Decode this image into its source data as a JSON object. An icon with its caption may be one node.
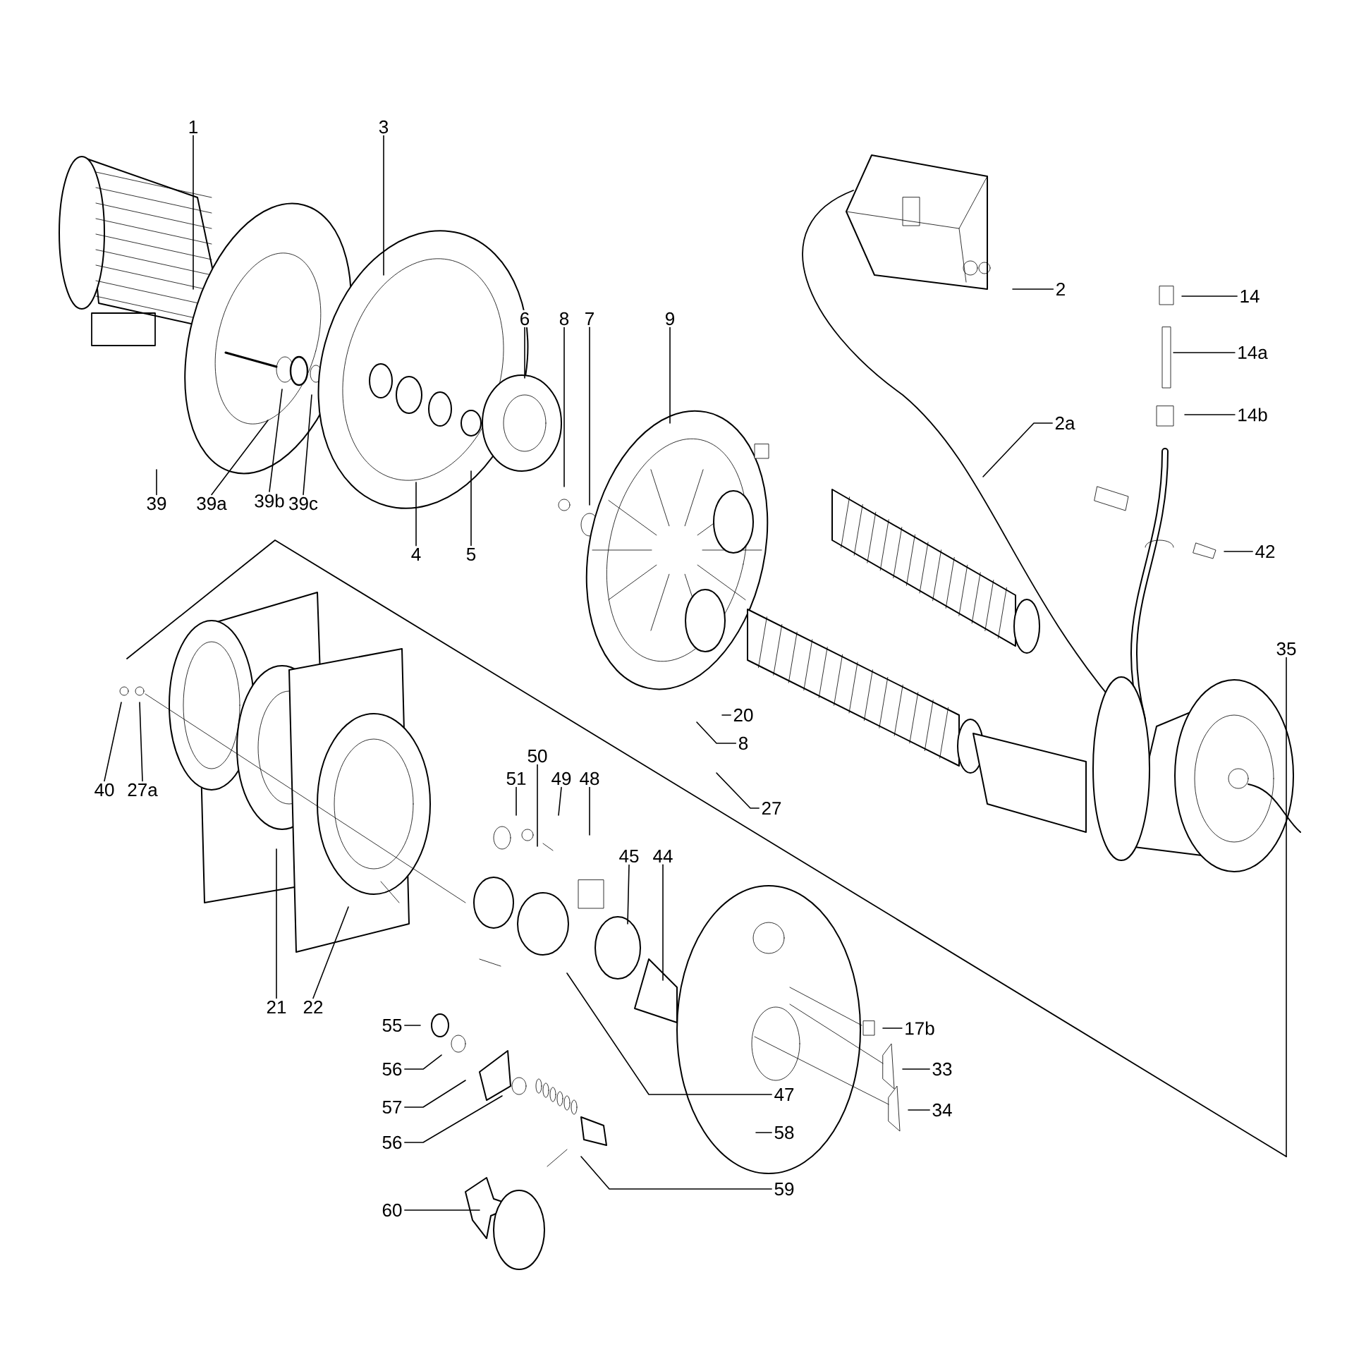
{
  "diagram": {
    "nodes": [
      {
        "text": [
          "1"
        ]
      },
      {
        "text": [
          "3"
        ]
      },
      {
        "text": [
          "6"
        ]
      },
      {
        "text": [
          "8"
        ]
      },
      {
        "text": [
          "7"
        ]
      },
      {
        "text": [
          "9"
        ]
      },
      {
        "text": [
          "2"
        ]
      },
      {
        "text": [
          "14"
        ]
      },
      {
        "text": [
          "14a"
        ]
      },
      {
        "text": [
          "14b"
        ]
      },
      {
        "text": [
          "2a"
        ]
      },
      {
        "text": [
          "39"
        ]
      },
      {
        "text": [
          "39a"
        ]
      },
      {
        "text": [
          "39b"
        ]
      },
      {
        "text": [
          "39c"
        ]
      },
      {
        "text": [
          "4"
        ]
      },
      {
        "text": [
          "5"
        ]
      },
      {
        "text": [
          "42"
        ]
      },
      {
        "text": [
          "35"
        ]
      },
      {
        "text": [
          "20"
        ]
      },
      {
        "text": [
          "8"
        ]
      },
      {
        "text": [
          "27"
        ]
      },
      {
        "text": [
          "40"
        ]
      },
      {
        "text": [
          "27a"
        ]
      },
      {
        "text": [
          "50"
        ]
      },
      {
        "text": [
          "51"
        ]
      },
      {
        "text": [
          "49"
        ]
      },
      {
        "text": [
          "48"
        ]
      },
      {
        "text": [
          "45"
        ]
      },
      {
        "text": [
          "44"
        ]
      },
      {
        "text": [
          "21"
        ]
      },
      {
        "text": [
          "22"
        ]
      },
      {
        "text": [
          "55"
        ]
      },
      {
        "text": [
          "17b"
        ]
      },
      {
        "text": [
          "56"
        ]
      },
      {
        "text": [
          "33"
        ]
      },
      {
        "text": [
          "57"
        ]
      },
      {
        "text": [
          "47"
        ]
      },
      {
        "text": [
          "34"
        ]
      },
      {
        "text": [
          "56"
        ]
      },
      {
        "text": [
          "58"
        ]
      },
      {
        "text": [
          "59"
        ]
      },
      {
        "text": [
          "60"
        ]
      }
    ],
    "edges": [
      {
        "from": 0,
        "to": null,
        "arrow": "none"
      },
      {
        "from": 1,
        "to": null,
        "arrow": "none"
      },
      {
        "from": 2,
        "to": null,
        "arrow": "none"
      },
      {
        "from": 3,
        "to": null,
        "arrow": "none"
      },
      {
        "from": 4,
        "to": null,
        "arrow": "none"
      },
      {
        "from": 5,
        "to": null,
        "arrow": "none"
      },
      {
        "from": 6,
        "to": null,
        "arrow": "none"
      },
      {
        "from": 7,
        "to": null,
        "arrow": "none"
      },
      {
        "from": 8,
        "to": null,
        "arrow": "none"
      },
      {
        "from": 9,
        "to": null,
        "arrow": "none"
      },
      {
        "from": 10,
        "to": null,
        "arrow": "none"
      },
      {
        "from": 11,
        "to": null,
        "arrow": "none"
      },
      {
        "from": 12,
        "to": null,
        "arrow": "none"
      },
      {
        "from": 13,
        "to": null,
        "arrow": "none"
      },
      {
        "from": 14,
        "to": null,
        "arrow": "none"
      },
      {
        "from": 15,
        "to": null,
        "arrow": "none"
      },
      {
        "from": 16,
        "to": null,
        "arrow": "none"
      },
      {
        "from": 17,
        "to": null,
        "arrow": "none"
      },
      {
        "from": 18,
        "to": null,
        "arrow": "none"
      },
      {
        "from": 19,
        "to": null,
        "arrow": "none"
      },
      {
        "from": 20,
        "to": null,
        "arrow": "none"
      },
      {
        "from": 21,
        "to": null,
        "arrow": "none"
      },
      {
        "from": 22,
        "to": null,
        "arrow": "none"
      },
      {
        "from": 23,
        "to": null,
        "arrow": "none"
      },
      {
        "from": 24,
        "to": null,
        "arrow": "none"
      },
      {
        "from": 25,
        "to": null,
        "arrow": "none"
      },
      {
        "from": 26,
        "to": null,
        "arrow": "none"
      },
      {
        "from": 27,
        "to": null,
        "arrow": "none"
      },
      {
        "from": 28,
        "to": null,
        "arrow": "none"
      },
      {
        "from": 29,
        "to": null,
        "arrow": "none"
      },
      {
        "from": 30,
        "to": null,
        "arrow": "none"
      },
      {
        "from": 31,
        "to": null,
        "arrow": "none"
      },
      {
        "from": 32,
        "to": null,
        "arrow": "none"
      },
      {
        "from": 33,
        "to": null,
        "arrow": "none"
      },
      {
        "from": 34,
        "to": null,
        "arrow": "none"
      },
      {
        "from": 35,
        "to": null,
        "arrow": "none"
      },
      {
        "from": 36,
        "to": null,
        "arrow": "none"
      },
      {
        "from": 37,
        "to": null,
        "arrow": "none"
      },
      {
        "from": 38,
        "to": null,
        "arrow": "none"
      },
      {
        "from": 39,
        "to": null,
        "arrow": "none"
      },
      {
        "from": 40,
        "to": null,
        "arrow": "none"
      },
      {
        "from": 41,
        "to": null,
        "arrow": "none"
      },
      {
        "from": 42,
        "to": null,
        "arrow": "none"
      }
    ]
  }
}
